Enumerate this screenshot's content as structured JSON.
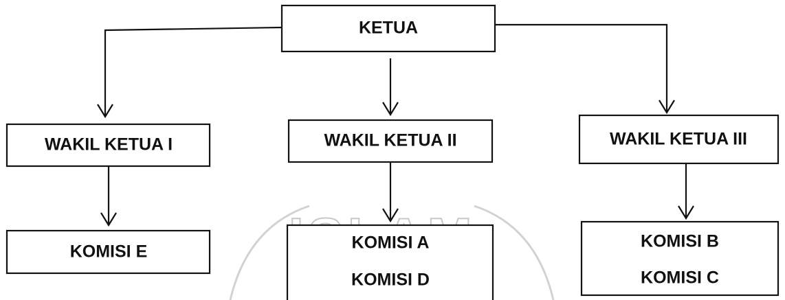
{
  "diagram": {
    "top": {
      "label": "KETUA"
    },
    "deputies": [
      {
        "label": "WAKIL KETUA I"
      },
      {
        "label": "WAKIL KETUA II"
      },
      {
        "label": "WAKIL KETUA III"
      }
    ],
    "commissions": [
      {
        "lines": [
          "KOMISI E"
        ]
      },
      {
        "lines": [
          "KOMISI A",
          "KOMISI D"
        ]
      },
      {
        "lines": [
          "KOMISI B",
          "KOMISI C"
        ]
      }
    ]
  },
  "watermark": {
    "text": "ISLAM"
  },
  "colors": {
    "line": "#111111",
    "text": "#111111",
    "background": "#ffffff",
    "watermark": "#c8c8c8"
  }
}
